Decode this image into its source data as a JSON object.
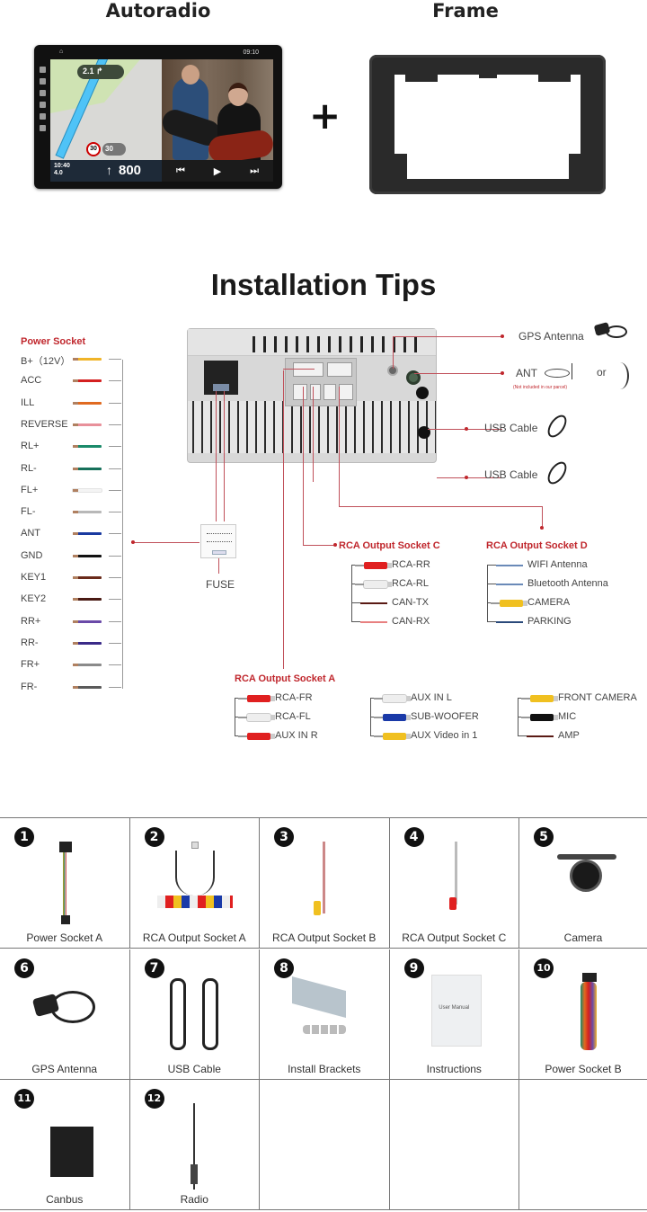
{
  "products": {
    "autoradio_title": "Autoradio",
    "frame_title": "Frame",
    "plus_sign": "+",
    "radio_screen": {
      "clock": "09:10",
      "turn_distance": "2.1",
      "speed_limit": "30",
      "current_speed": "30",
      "nav_time": "10:40",
      "nav_sub": "4.0",
      "remaining_distance": "800",
      "media_controls": [
        "previous-icon",
        "play-icon",
        "next-icon"
      ]
    }
  },
  "installation": {
    "title": "Installation Tips",
    "power_socket": {
      "title": "Power Socket",
      "wires": [
        {
          "label": "B+（12V）",
          "color": "#f0b428"
        },
        {
          "label": "ACC",
          "color": "#d42020"
        },
        {
          "label": "ILL",
          "color": "#e06a20"
        },
        {
          "label": "REVERSE",
          "color": "#e8909a"
        },
        {
          "label": "RL+",
          "color": "#1a8a6a"
        },
        {
          "label": "RL-",
          "color": "#16705a"
        },
        {
          "label": "FL+",
          "color": "#f4f4f4"
        },
        {
          "label": "FL-",
          "color": "#b8b8b8"
        },
        {
          "label": "ANT",
          "color": "#1a3aa0"
        },
        {
          "label": "GND",
          "color": "#111111"
        },
        {
          "label": "KEY1",
          "color": "#6a2a1a"
        },
        {
          "label": "KEY2",
          "color": "#4a1a14"
        },
        {
          "label": "RR+",
          "color": "#6a4aa8"
        },
        {
          "label": "RR-",
          "color": "#3a2a88"
        },
        {
          "label": "FR+",
          "color": "#8a8a8a"
        },
        {
          "label": "FR-",
          "color": "#5a5a5a"
        }
      ]
    },
    "fuse_label": "FUSE",
    "right_connections": {
      "gps": "GPS Antenna",
      "ant": "ANT",
      "ant_note": "(Not included in our parcel)",
      "or": "or",
      "usb1": "USB  Cable",
      "usb2": "USB Cable"
    },
    "socket_c": {
      "title": "RCA Output Socket C",
      "items": [
        {
          "label": "RCA-RR",
          "type": "rca",
          "color": "#e02020"
        },
        {
          "label": "RCA-RL",
          "type": "rca",
          "color": "#eeeeee"
        },
        {
          "label": "CAN-TX",
          "type": "wire",
          "color": "#5a1a14"
        },
        {
          "label": "CAN-RX",
          "type": "wire",
          "color": "#e88080"
        }
      ]
    },
    "socket_d": {
      "title": "RCA Output Socket D",
      "items": [
        {
          "label": "WIFI Antenna",
          "type": "wire",
          "color": "#6a8ab8"
        },
        {
          "label": "Bluetooth Antenna",
          "type": "wire",
          "color": "#6a8ab8"
        },
        {
          "label": "CAMERA",
          "type": "rca",
          "color": "#f0c020"
        },
        {
          "label": "PARKING",
          "type": "wire",
          "color": "#2a4a7a"
        }
      ]
    },
    "socket_a": {
      "title": "RCA Output Socket A",
      "group1": [
        {
          "label": "RCA-FR",
          "color": "#e02020"
        },
        {
          "label": "RCA-FL",
          "color": "#eeeeee"
        },
        {
          "label": "AUX IN R",
          "color": "#e02020"
        }
      ],
      "group2": [
        {
          "label": "AUX IN L",
          "color": "#eeeeee"
        },
        {
          "label": "SUB-WOOFER",
          "color": "#1a3aa8"
        },
        {
          "label": "AUX Video in 1",
          "color": "#f0c020"
        }
      ],
      "group3": [
        {
          "label": "FRONT CAMERA",
          "type": "rca",
          "color": "#f0c020"
        },
        {
          "label": "MIC",
          "type": "rca",
          "color": "#111111"
        },
        {
          "label": "AMP",
          "type": "wire",
          "color": "#5a1a14"
        }
      ]
    },
    "accent_color": "#c0272d"
  },
  "accessories": [
    {
      "num": "1",
      "label": "Power Socket A"
    },
    {
      "num": "2",
      "label": "RCA Output Socket A"
    },
    {
      "num": "3",
      "label": "RCA Output Socket B"
    },
    {
      "num": "4",
      "label": "RCA Output Socket C"
    },
    {
      "num": "5",
      "label": "Camera"
    },
    {
      "num": "6",
      "label": "GPS Antenna"
    },
    {
      "num": "7",
      "label": "USB Cable"
    },
    {
      "num": "8",
      "label": "Install Brackets"
    },
    {
      "num": "9",
      "label": "Instructions",
      "manual_title": "User Manual"
    },
    {
      "num": "10",
      "label": "Power Socket B"
    },
    {
      "num": "11",
      "label": "Canbus"
    },
    {
      "num": "12",
      "label": "Radio"
    }
  ]
}
